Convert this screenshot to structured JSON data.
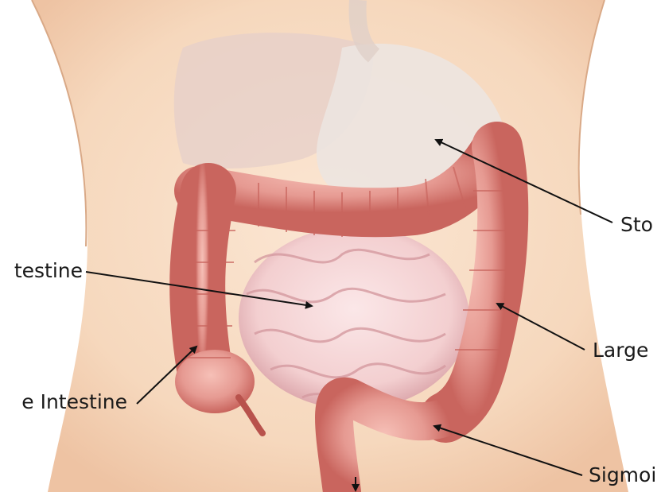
{
  "diagram": {
    "labels": {
      "small_intestine": "testine",
      "small_intestine_2": "e Intestine",
      "stomach": "Sto",
      "large_intestine": "Large",
      "sigmoid": "Sigmoi"
    },
    "colors": {
      "skin": "#f7dcc4",
      "skin_shadow": "#eec3a3",
      "bg": "#ffffff",
      "organ_overlay": "#e6cfc9",
      "colon": "#e69a92",
      "colon_dark": "#c9655e",
      "colon_highlight": "#f6c0b7",
      "small_intestine": "#f3cfd0",
      "small_intestine_dark": "#d59aa0",
      "stomach_ghost": "#ece4e0",
      "arrow": "#111111"
    }
  }
}
